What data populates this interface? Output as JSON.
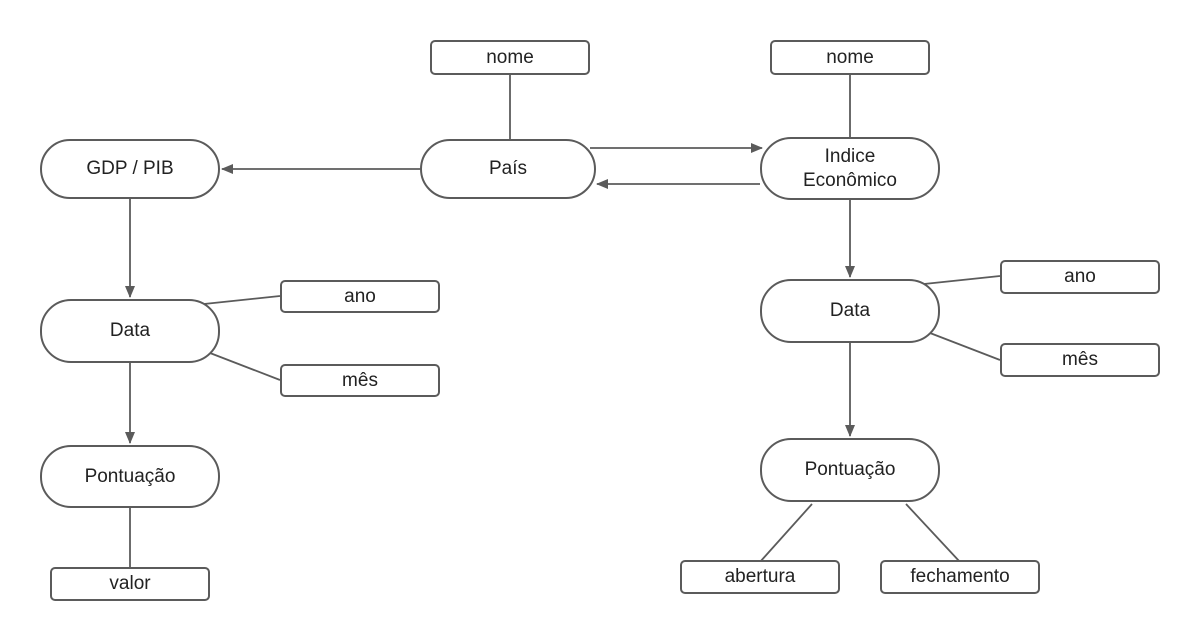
{
  "colors": {
    "stroke": "#5b5b5b",
    "text": "#222222",
    "background": "#ffffff"
  },
  "entities": {
    "pais": "País",
    "gdp": "GDP / PIB",
    "indice_line1": "Indice",
    "indice_line2": "Econômico",
    "data_left": "Data",
    "data_right": "Data",
    "pontuacao_left": "Pontuação",
    "pontuacao_right": "Pontuação"
  },
  "attributes": {
    "nome_pais": "nome",
    "nome_indice": "nome",
    "ano_left": "ano",
    "mes_left": "mês",
    "ano_right": "ano",
    "mes_right": "mês",
    "valor": "valor",
    "abertura": "abertura",
    "fechamento": "fechamento"
  },
  "relationships": [
    {
      "from": "pais",
      "to": "gdp",
      "kind": "arrow"
    },
    {
      "from": "pais",
      "to": "indice",
      "kind": "arrow"
    },
    {
      "from": "indice",
      "to": "pais",
      "kind": "arrow"
    },
    {
      "from": "gdp",
      "to": "data_left",
      "kind": "arrow"
    },
    {
      "from": "data_left",
      "to": "pontuacao_left",
      "kind": "arrow"
    },
    {
      "from": "indice",
      "to": "data_right",
      "kind": "arrow"
    },
    {
      "from": "data_right",
      "to": "pontuacao_right",
      "kind": "arrow"
    },
    {
      "from": "pais",
      "to": "nome_pais",
      "kind": "line"
    },
    {
      "from": "indice",
      "to": "nome_indice",
      "kind": "line"
    },
    {
      "from": "data_left",
      "to": "ano_left",
      "kind": "line"
    },
    {
      "from": "data_left",
      "to": "mes_left",
      "kind": "line"
    },
    {
      "from": "data_right",
      "to": "ano_right",
      "kind": "line"
    },
    {
      "from": "data_right",
      "to": "mes_right",
      "kind": "line"
    },
    {
      "from": "pontuacao_left",
      "to": "valor",
      "kind": "line"
    },
    {
      "from": "pontuacao_right",
      "to": "abertura",
      "kind": "line"
    },
    {
      "from": "pontuacao_right",
      "to": "fechamento",
      "kind": "line"
    }
  ]
}
